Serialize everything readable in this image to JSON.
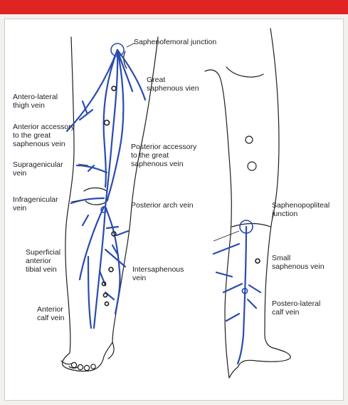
{
  "header": {
    "title": ""
  },
  "colors": {
    "header": "#e02424",
    "vein": "#2a4bb0",
    "outline": "#1e1e1e",
    "background": "#f2f1ee"
  },
  "labels": {
    "saphenofemoral_junction": "Saphenofemoral junction",
    "great_saphenous_vein": "Great\nsaphenous vien",
    "antero_lateral_thigh_vein": "Antero-lateral\nthigh vein",
    "anterior_accessory": "Anterior accessory\nto the great\nsaphenous vein",
    "posterior_accessory": "Posterior accessory\nto the great\nsaphenous vein",
    "supragenicular_vein": "Supragenicular\nvein",
    "infragenicular_vein": "Infragenicular\nvein",
    "posterior_arch_vein": "Posterior arch vein",
    "superficial_anterior_tibial_vein": "Superficial\nanterior\ntibial vein",
    "intersaphenous_vein": "Intersaphenous\nvein",
    "anterior_calf_vein": "Anterior\ncalf vein",
    "saphenopopliteal_junction": "Saphenopopliteal\njunction",
    "small_saphenous_vein": "Small\nsaphenous vein",
    "postero_lateral_calf_vein": "Postero-lateral\ncalf vein"
  }
}
